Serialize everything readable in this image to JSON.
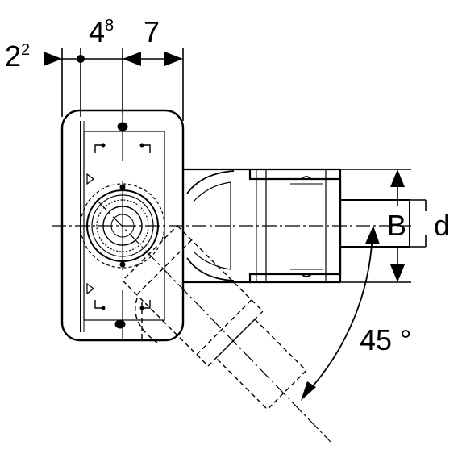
{
  "dimensions": {
    "left_offset": {
      "base": "2",
      "sup": "2"
    },
    "middle_width": {
      "base": "4",
      "sup": "8"
    },
    "right_width": "7"
  },
  "labels": {
    "height_b": "B",
    "diameter_d": "d",
    "angle": "45 °"
  },
  "colors": {
    "stroke": "#000000",
    "background": "#ffffff"
  }
}
